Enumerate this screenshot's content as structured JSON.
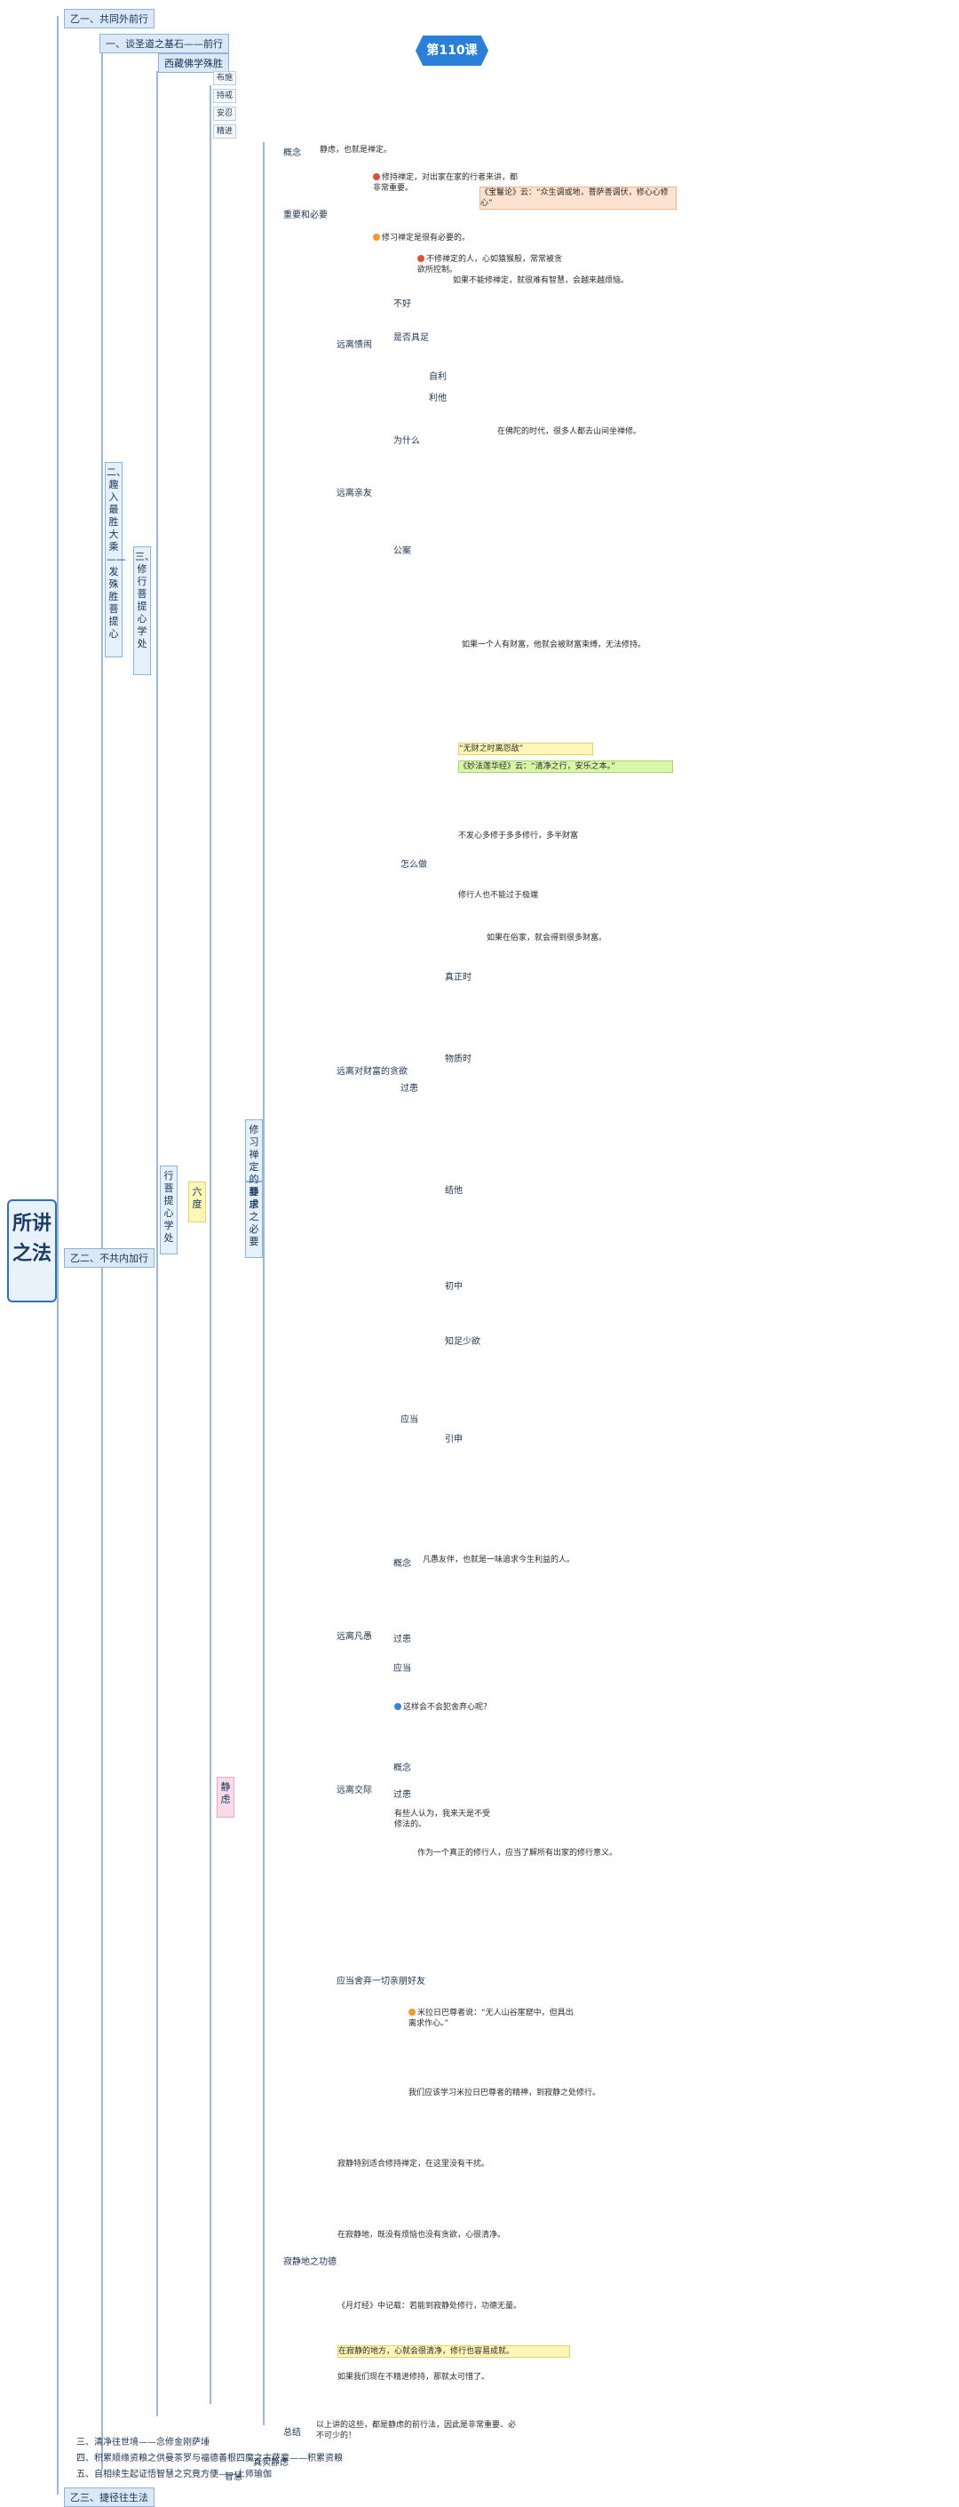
{
  "lesson": "第110课",
  "root": "所讲之法",
  "top_sections": {
    "s1": "乙一、共同外前行",
    "s1a": "一、谈圣道之基石——前行",
    "s1b": "西藏佛学殊胜",
    "s2": "乙二、不共内加行",
    "s3": "乙三、捷径往生法"
  },
  "col1": [
    "布施",
    "持戒",
    "安忍",
    "精进"
  ],
  "vertical": {
    "v1": "二、趣入最胜大乘——发殊胜菩提心",
    "v2": "三、修行菩提心学处",
    "v3": "行菩提心学处",
    "v4": "六度",
    "v5": "静虑",
    "v6": "静虑之必要",
    "v7": "修习禅定的要求"
  },
  "branches": {
    "b1": "概念",
    "b1t": "静虑，也就是禅定。",
    "b2": "重要和必要",
    "b3": "远离愦闹",
    "b4": "远离亲友",
    "b5": "怎么做",
    "b6": "远离对财富的贪欲",
    "b7": "远离凡愚",
    "b8": "远离交际",
    "b9": "应当舍弃一切亲朋好友",
    "b10": "寂静地之功德",
    "b11": "总结",
    "b11t": "以上讲的这些，都是静虑的前行法，因此是非常重要、必不可少的！",
    "b12": "真实静虑",
    "b13": "智慧"
  },
  "notes": {
    "n1": "修持禅定，对出家在家的行者来讲，都非常重要。",
    "n2": "《宝鬘论》云：“众生调或地，菩萨善调伏，修心心修心”",
    "n3": "修习禅定是很有必要的。",
    "n4": "不修禅定的人，心如猿猴般，常常被贪欲所控制。",
    "n5": "如果不能修禅定，就很难有智慧，会越来越烦恼。",
    "n6": "不好",
    "n7": "是否具足",
    "n8": "自利",
    "n9": "利他",
    "n10": "为什么",
    "n11": "公案",
    "n12": "在佛陀的时代，很多人都去山间坐禅修。",
    "n13": "如果一个人有财富，他就会被财富束缚，无法修持。",
    "n14": "“无财之时离怨敌”",
    "n15": "《妙法莲华经》云：“清净之行，安乐之本。”",
    "n16": "不发心多修于多多修行，多半财富",
    "n17": "修行人也不能过于极端",
    "n18": "过患",
    "n19": "真正时",
    "n20": "物质时",
    "n21": "结他",
    "n22": "如果在俗家，就会得到很多财富。",
    "n23": "应当",
    "n24": "引申",
    "n25": "初中",
    "n26": "知足少欲",
    "n27": "概念",
    "n28": "凡愚友伴，也就是一味追求今生利益的人。",
    "n29": "过患",
    "n30": "应当",
    "n31": "这样会不会犯舍弃心呢？",
    "n32": "概念",
    "n33": "过患",
    "n34": "有些人认为，我来天是不受修法的。",
    "n35": "作为一个真正的修行人，应当了解所有出家的修行意义。",
    "n36": "米拉日巴尊者说：“无人山谷崖窟中，但具出离求作心。”",
    "n37": "我们应该学习米拉日巴尊者的精神，到寂静之处修行。",
    "n38": "寂静特别适合修持禅定，在这里没有干扰。",
    "n39": "在寂静地，既没有烦恼也没有贪欲，心很清净。",
    "n40": "《月灯经》中记载：若能到寂静处修行，功德无量。",
    "n41": "在寂静的地方，心就会很清净，修行也容易成就。",
    "n42": "如果我们现在不精进修持，那就太可惜了。"
  },
  "bottom": {
    "b1": "三、清净往世境——念修金刚萨埵",
    "b2": "四、积累顺缘资粮之供曼茶罗与福德善根四魔之古萨辈——积累资粮",
    "b3": "五、自相续生起证悟智慧之究竟方便——上师瑜伽"
  }
}
